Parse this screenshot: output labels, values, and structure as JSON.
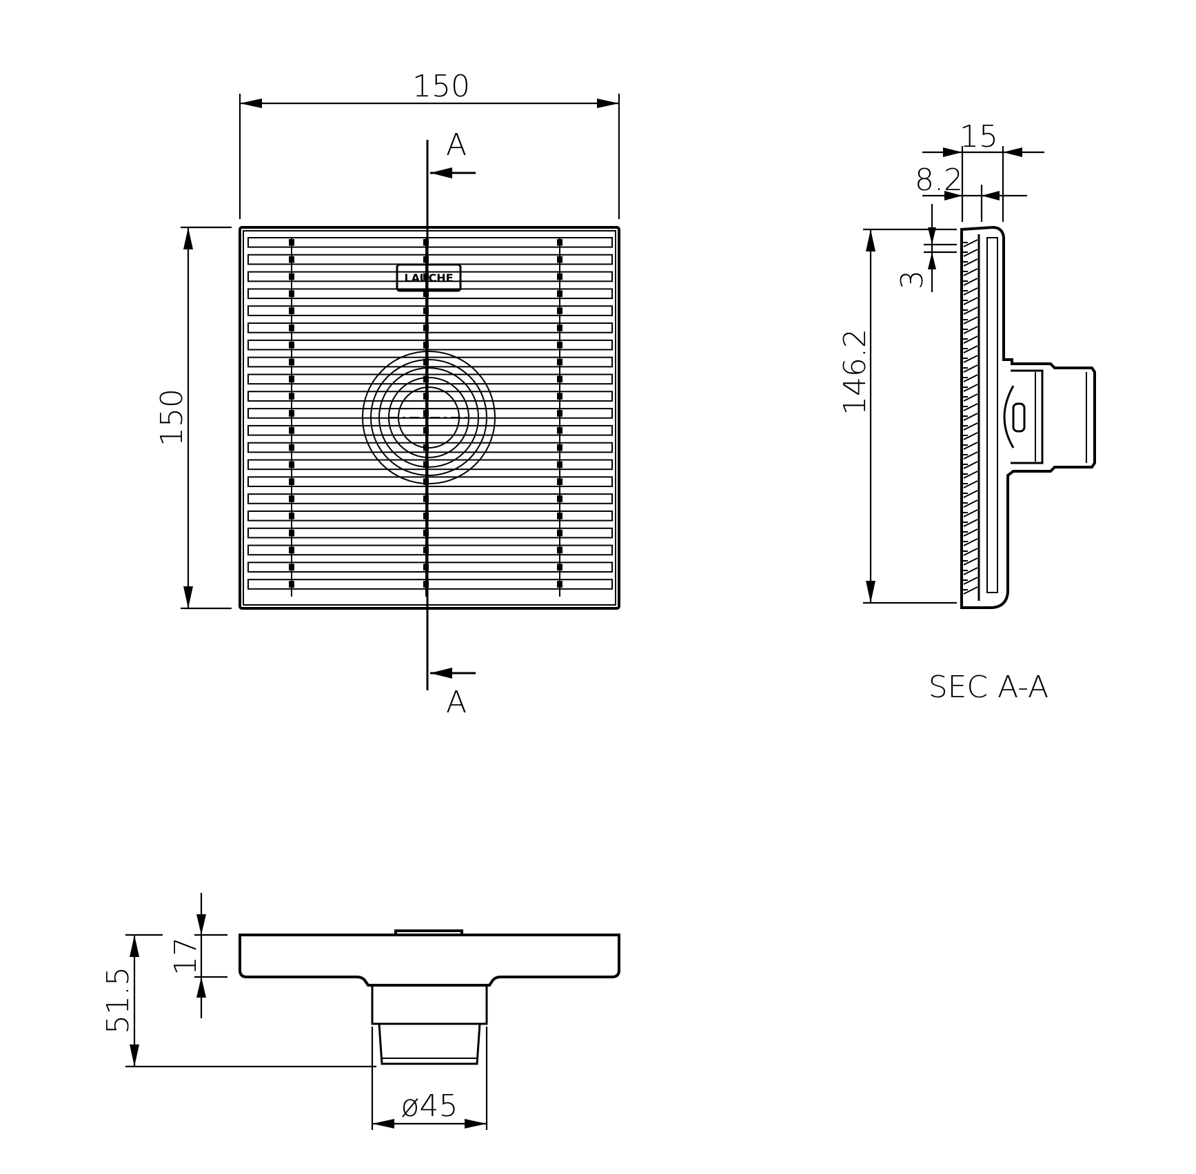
{
  "brand_logo": "LAUCHE",
  "dimensions": {
    "top_width": "150",
    "left_height": "150",
    "section_total_depth": "15",
    "section_grate_depth": "8.2",
    "section_bar_gap": "3",
    "section_height": "146.2",
    "side_top_height": "17",
    "side_total_height": "51.5",
    "outlet_diameter": "ø45"
  },
  "section_marks": {
    "top": "A",
    "bottom": "A"
  },
  "section_title": "SEC A-A"
}
